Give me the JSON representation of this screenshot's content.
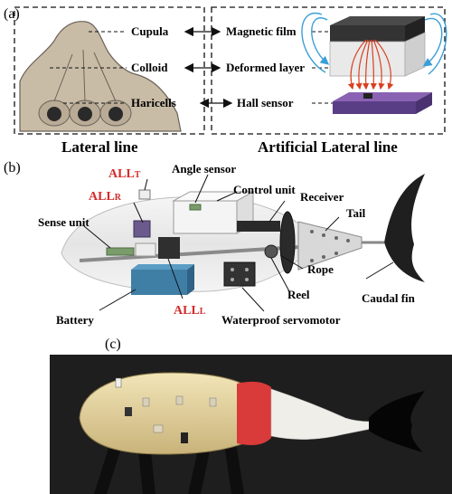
{
  "panel_a": {
    "tag": "(a)",
    "left_title": "Lateral line",
    "right_title": "Artificial Lateral line",
    "pairs": [
      {
        "bio": "Cupula",
        "art": "Magnetic film"
      },
      {
        "bio": "Colloid",
        "art": "Deformed layer"
      },
      {
        "bio": "Haricells",
        "art": "Hall sensor"
      }
    ]
  },
  "panel_b": {
    "tag": "(b)",
    "labels": {
      "all_t_main": "ALL",
      "all_t_sub": "T",
      "all_r_main": "ALL",
      "all_r_sub": "R",
      "all_l_main": "ALL",
      "all_l_sub": "L",
      "angle_sensor": "Angle sensor",
      "control_unit": "Control unit",
      "receiver": "Receiver",
      "tail": "Tail",
      "sense_unit": "Sense unit",
      "rope": "Rope",
      "reel": "Reel",
      "caudal_fin": "Caudal fin",
      "battery": "Battery",
      "servomotor": "Waterproof servomotor"
    },
    "colors": {
      "highlight": "#d42a2a",
      "battery": "#3f7fa6",
      "module": "#7a9c6a"
    }
  },
  "panel_c": {
    "tag": "(c)",
    "colors": {
      "background": "#1e1e1e",
      "body": "#e8d9a8",
      "band": "#d93a3a"
    }
  }
}
